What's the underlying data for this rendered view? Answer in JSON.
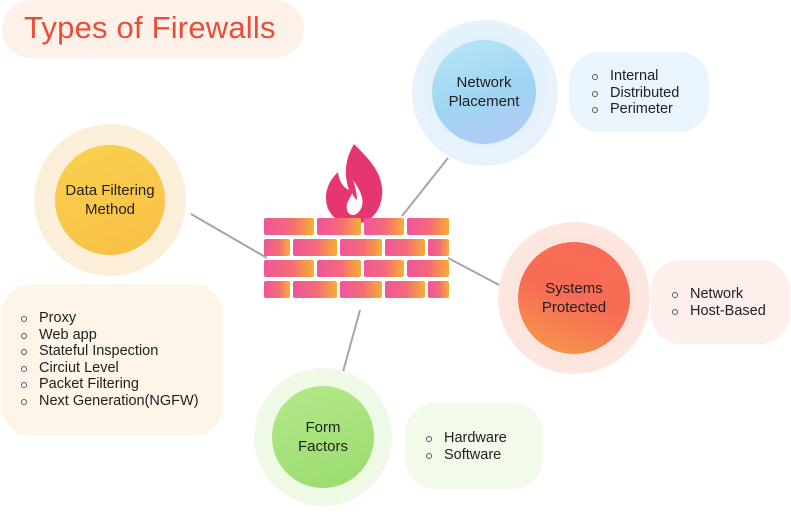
{
  "title": "Types of Firewalls",
  "center_icon": "firewall-brick-wall-with-flame-icon",
  "nodes": {
    "network_placement": {
      "label_line1": "Network",
      "label_line2": "Placement",
      "items": [
        "Internal",
        "Distributed",
        "Perimeter"
      ],
      "color": "#aee0f5"
    },
    "data_filtering": {
      "label_line1": "Data Filtering",
      "label_line2": "Method",
      "items": [
        "Proxy",
        "Web app",
        "Stateful Inspection",
        "Circiut Level",
        "Packet Filtering",
        "Next Generation(NGFW)"
      ],
      "color": "#f9c64d"
    },
    "systems_protected": {
      "label_line1": "Systems",
      "label_line2": "Protected",
      "items": [
        "Network",
        "Host-Based"
      ],
      "color": "#f56a4f"
    },
    "form_factors": {
      "label_line1": "Form",
      "label_line2": "Factors",
      "items": [
        "Hardware",
        "Software"
      ],
      "color": "#a3e07d"
    }
  },
  "colors": {
    "title": "#ea4d36",
    "connector": "#a6a6a6",
    "wall_left": "#f0559a",
    "wall_right": "#f7b032"
  }
}
